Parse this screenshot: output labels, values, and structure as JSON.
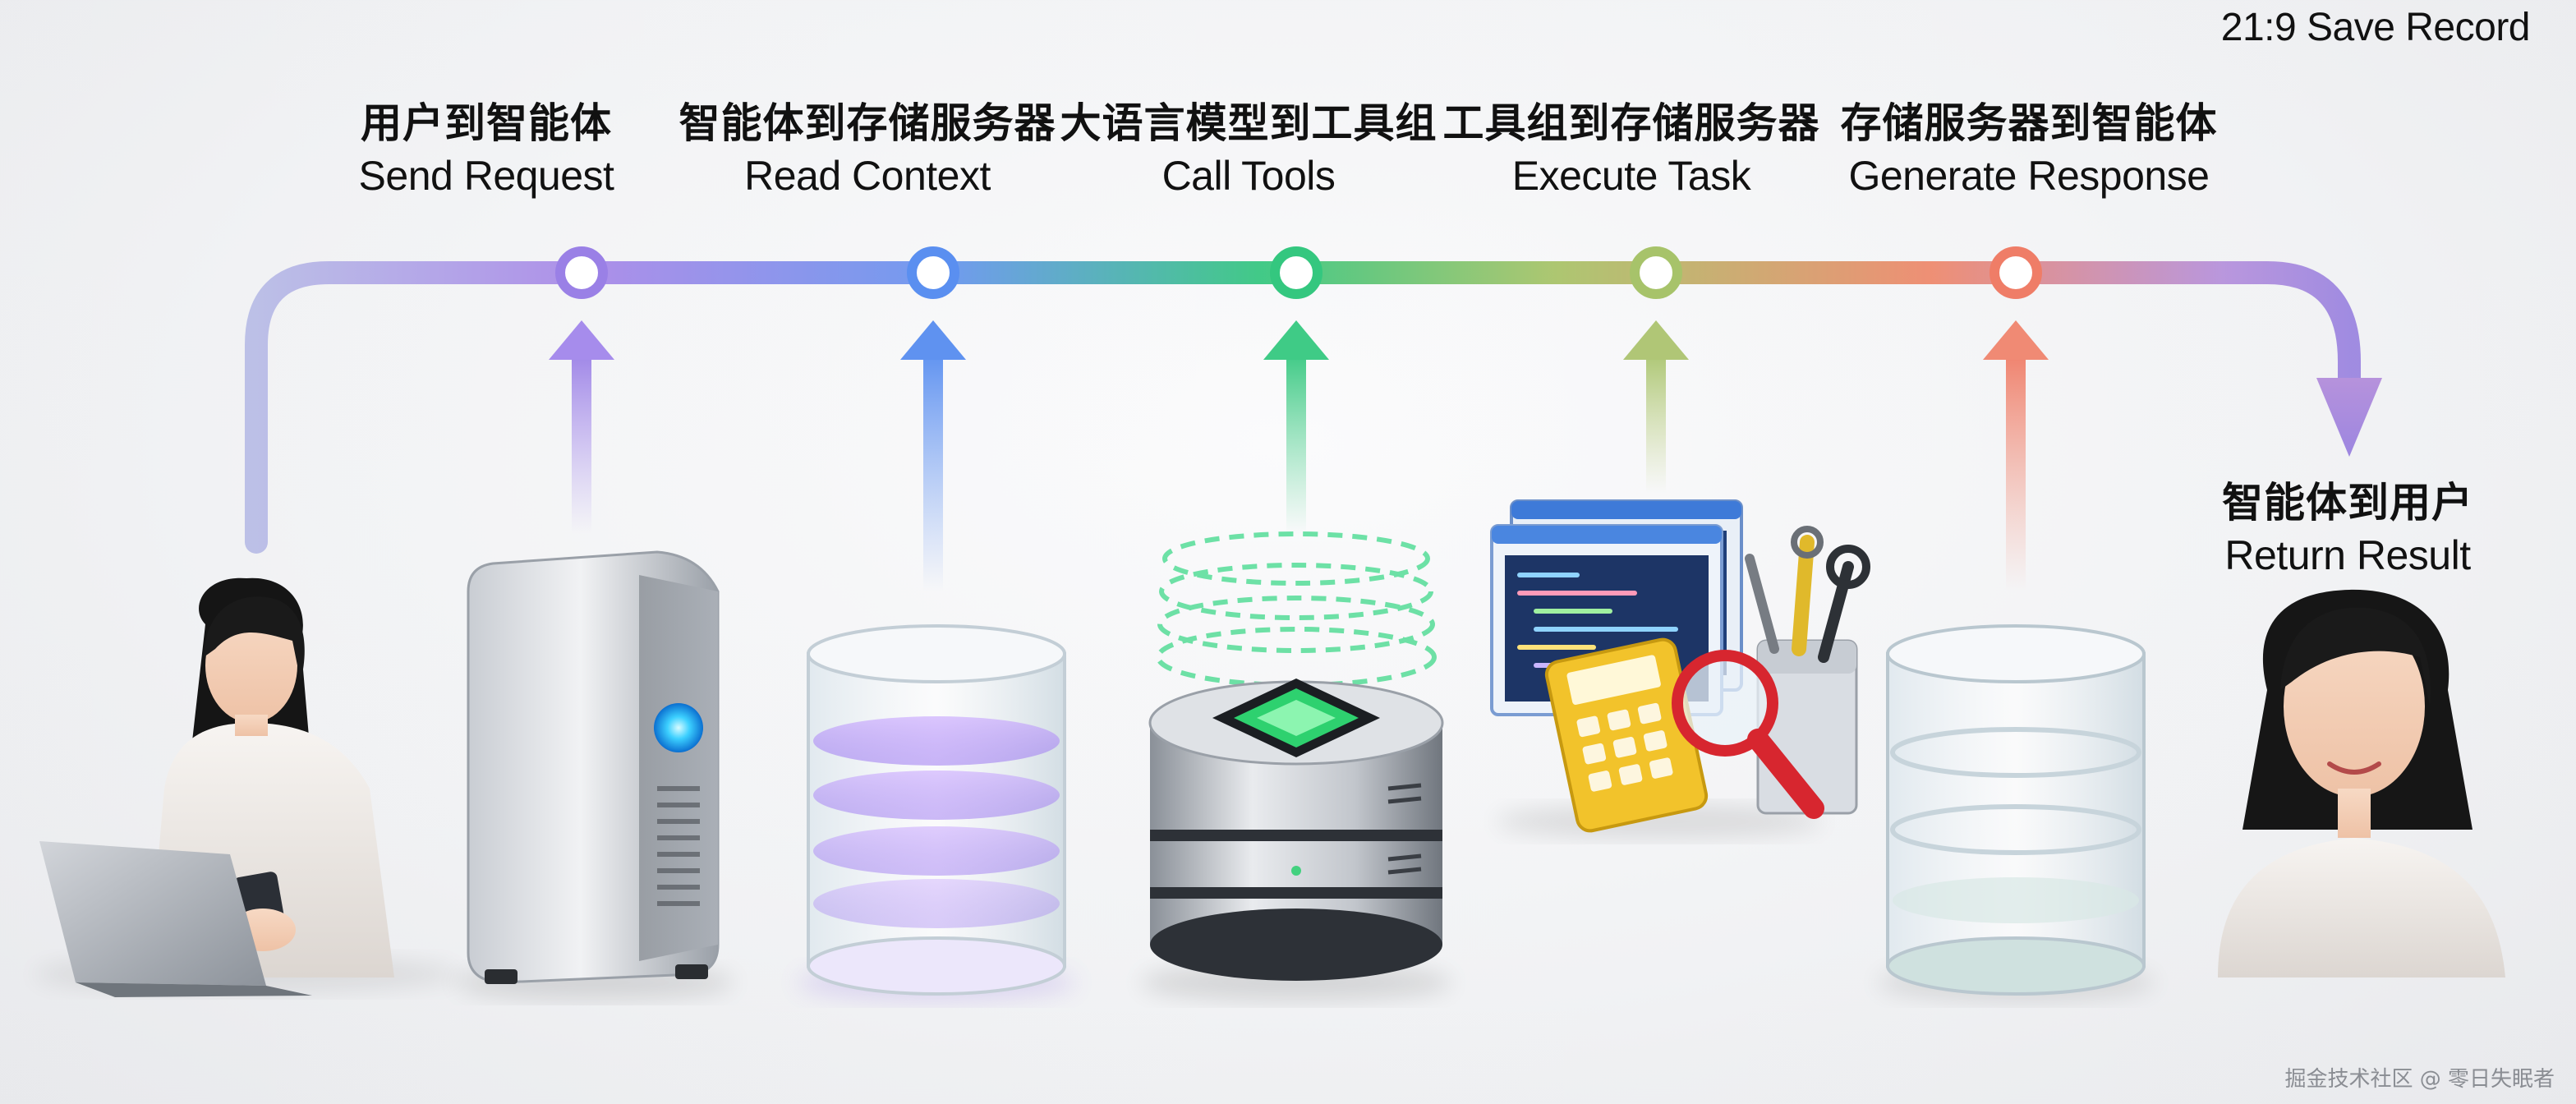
{
  "corner_label": "21:9 Save Record",
  "steps": [
    {
      "zh": "用户到智能体",
      "en": "Send Request",
      "color": "#9a80e6"
    },
    {
      "zh": "智能体到存储服务器",
      "en": "Read Context",
      "color": "#5a8ff0"
    },
    {
      "zh": "大语言模型到工具组",
      "en": "Call Tools",
      "color": "#34c77f"
    },
    {
      "zh": "工具组到存储服务器",
      "en": "Execute Task",
      "color": "#a7c36a"
    },
    {
      "zh": "存储服务器到智能体",
      "en": "Generate Response",
      "color": "#ef7d67"
    },
    {
      "zh": "智能体到用户",
      "en": "Return Result",
      "color": "#a58be0"
    }
  ],
  "footer_credit": "掘金技术社区 @ 零日失眠者"
}
